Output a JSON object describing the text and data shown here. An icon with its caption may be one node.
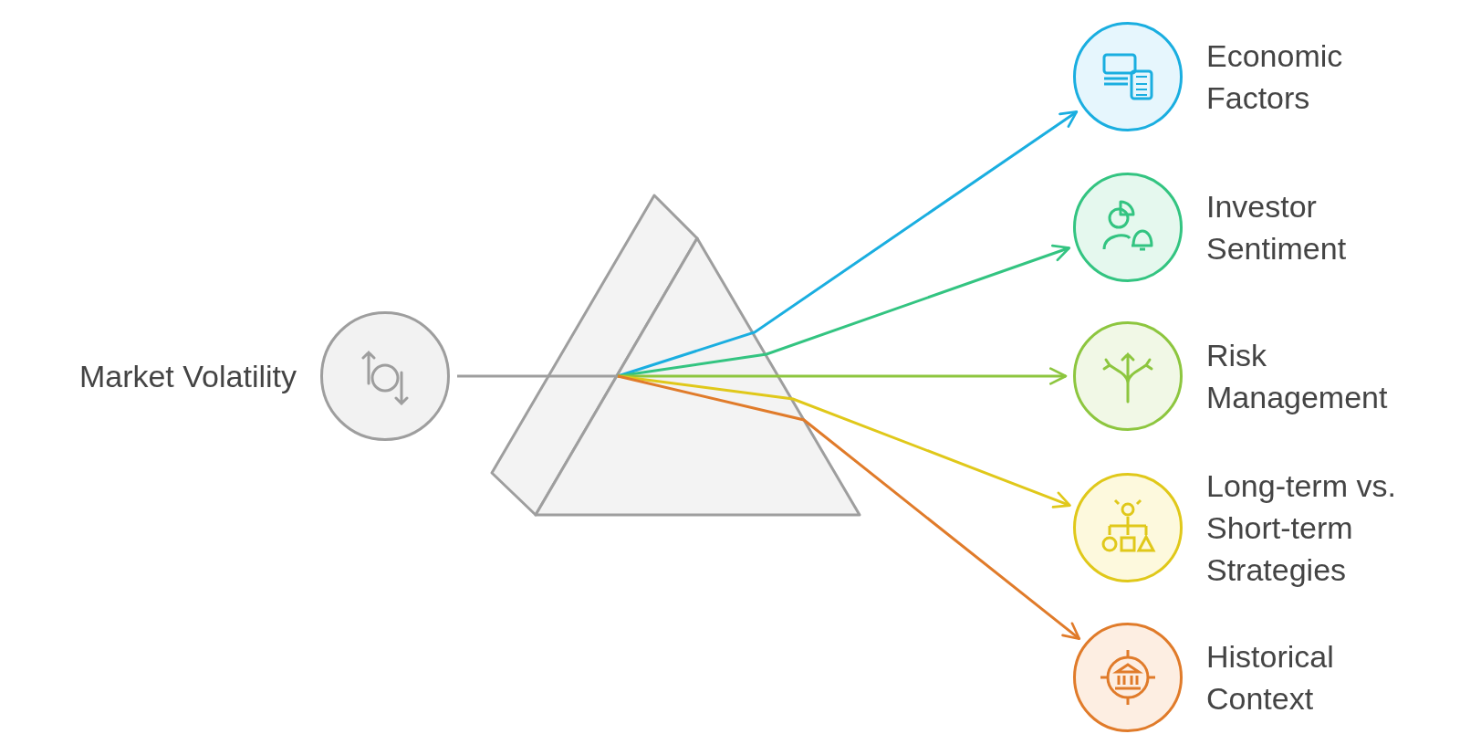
{
  "diagram": {
    "nodes": [
      {
        "text": [
          "Market Volatility"
        ]
      },
      {
        "text": [],
        "shape": "triangle"
      },
      {
        "text": [
          "Economic Factors"
        ]
      },
      {
        "text": [
          "Investor Sentiment"
        ]
      },
      {
        "text": [
          "Risk Management"
        ]
      },
      {
        "text": [
          "Long-term vs. Short-term Strategies"
        ]
      },
      {
        "text": [
          "Historical Context"
        ]
      }
    ],
    "edges": [
      {
        "from": 0,
        "to": 1,
        "arrow": "none"
      },
      {
        "from": 1,
        "to": 2,
        "arrow": "to",
        "color": "#1aaee0"
      },
      {
        "from": 1,
        "to": 3,
        "arrow": "to",
        "color": "#33c481"
      },
      {
        "from": 1,
        "to": 4,
        "arrow": "to",
        "color": "#8dc63f"
      },
      {
        "from": 1,
        "to": 5,
        "arrow": "to",
        "color": "#e0c81a"
      },
      {
        "from": 1,
        "to": 6,
        "arrow": "to",
        "color": "#e07b2a"
      }
    ]
  }
}
